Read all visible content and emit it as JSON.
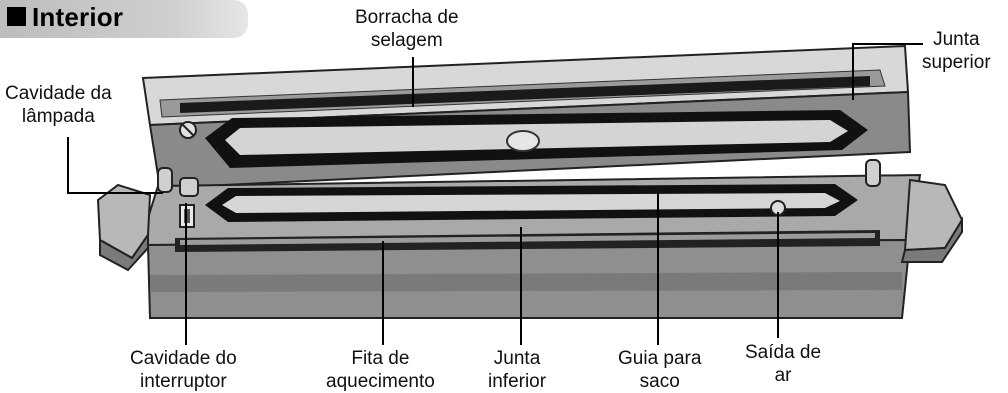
{
  "section": {
    "title": "Interior"
  },
  "labels": {
    "borracha_line1": "Borracha de",
    "borracha_line2": "selagem",
    "junta_sup_line1": "Junta",
    "junta_sup_line2": "superior",
    "lampada_line1": "Cavidade da",
    "lampada_line2": "lâmpada",
    "interruptor_line1": "Cavidade do",
    "interruptor_line2": "interruptor",
    "fita_line1": "Fita de",
    "fita_line2": "aquecimento",
    "junta_inf_line1": "Junta",
    "junta_inf_line2": "inferior",
    "guia_line1": "Guia para",
    "guia_line2": "saco",
    "saida_line1": "Saída de",
    "saida_line2": "ar"
  }
}
